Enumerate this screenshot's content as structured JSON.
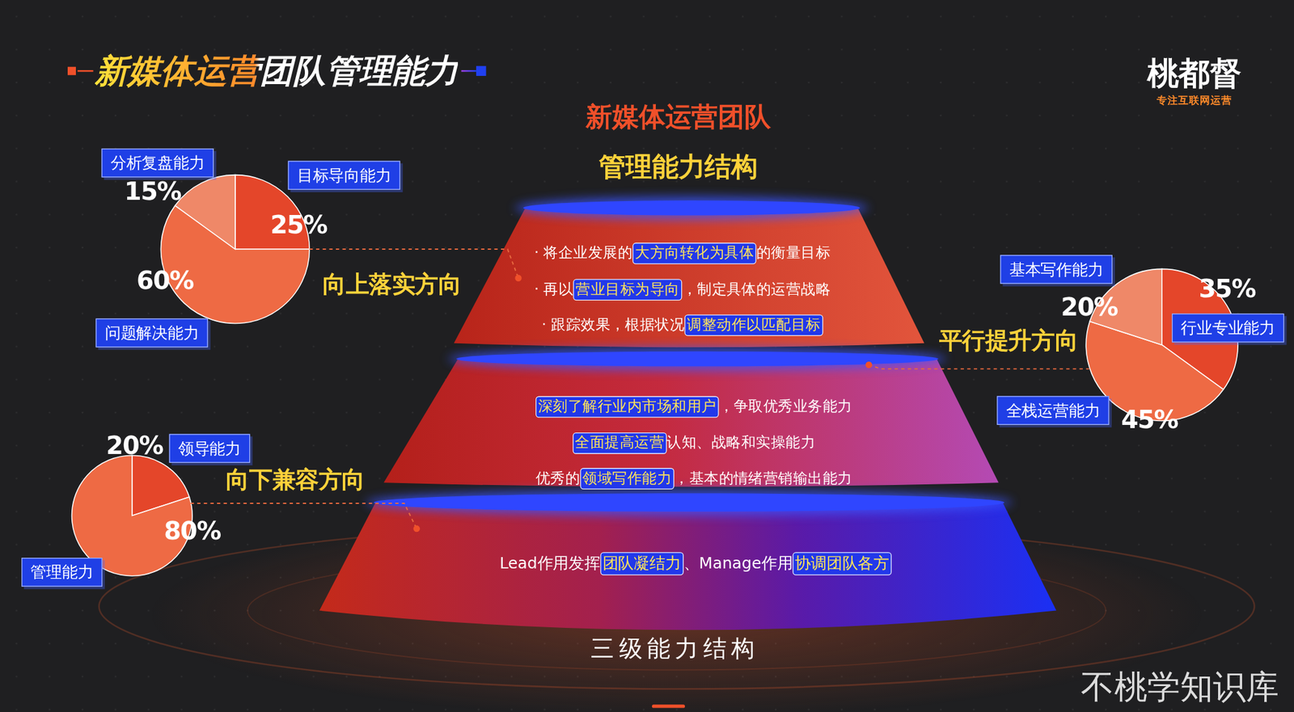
{
  "diagram": {
    "title": "新媒体运营团队管理能力",
    "nodes": [
      {
        "text": [
          "分析复盘能力"
        ]
      },
      {
        "text": [
          "目标导向能力"
        ]
      },
      {
        "text": [
          "15%",
          "25%",
          "60%"
        ]
      },
      {
        "text": [
          "问题解决能力"
        ]
      },
      {
        "text": [
          "· 将企业发展的",
          "大方向转化为具体",
          "的衡量目标",
          "· 再以",
          "营业目标为导向",
          "，制定具体的运营战略",
          "· 跟踪效果，根据状况",
          "调整动作以匹配目标"
        ]
      },
      {
        "text": [
          "深刻了解行业内市场和用户",
          "，争取优秀业务能力",
          "全面提高运营",
          "认知、战略和实操能力",
          "优秀的",
          "领域写作能力",
          "，基本的情绪营销输出能力"
        ]
      },
      {
        "text": [
          "Lead作用发挥",
          "团队凝结力",
          "、Manage作用",
          "协调团队各方"
        ]
      },
      {
        "text": [
          "基本写作能力"
        ]
      },
      {
        "text": [
          "35%",
          "20%",
          "45%"
        ]
      },
      {
        "text": [
          "行业专业能力"
        ]
      },
      {
        "text": [
          "全栈运营能力"
        ]
      },
      {
        "text": [
          "20%",
          "80%"
        ]
      },
      {
        "text": [
          "领导能力"
        ]
      },
      {
        "text": [
          "管理能力"
        ]
      }
    ],
    "edges": [
      {
        "from": 2,
        "to": 4,
        "arrow": "none",
        "label": "向上落实方向"
      },
      {
        "from": 5,
        "to": 8,
        "arrow": "none",
        "label": "平行提升方向"
      },
      {
        "from": 11,
        "to": 6,
        "arrow": "none",
        "label": "向下兼容方向"
      }
    ],
    "labels": [
      "桃都督",
      "专注互联网运营",
      "新媒体运营团队",
      "管理能力结构",
      "三级能力结构",
      "不桃学知识库"
    ]
  }
}
